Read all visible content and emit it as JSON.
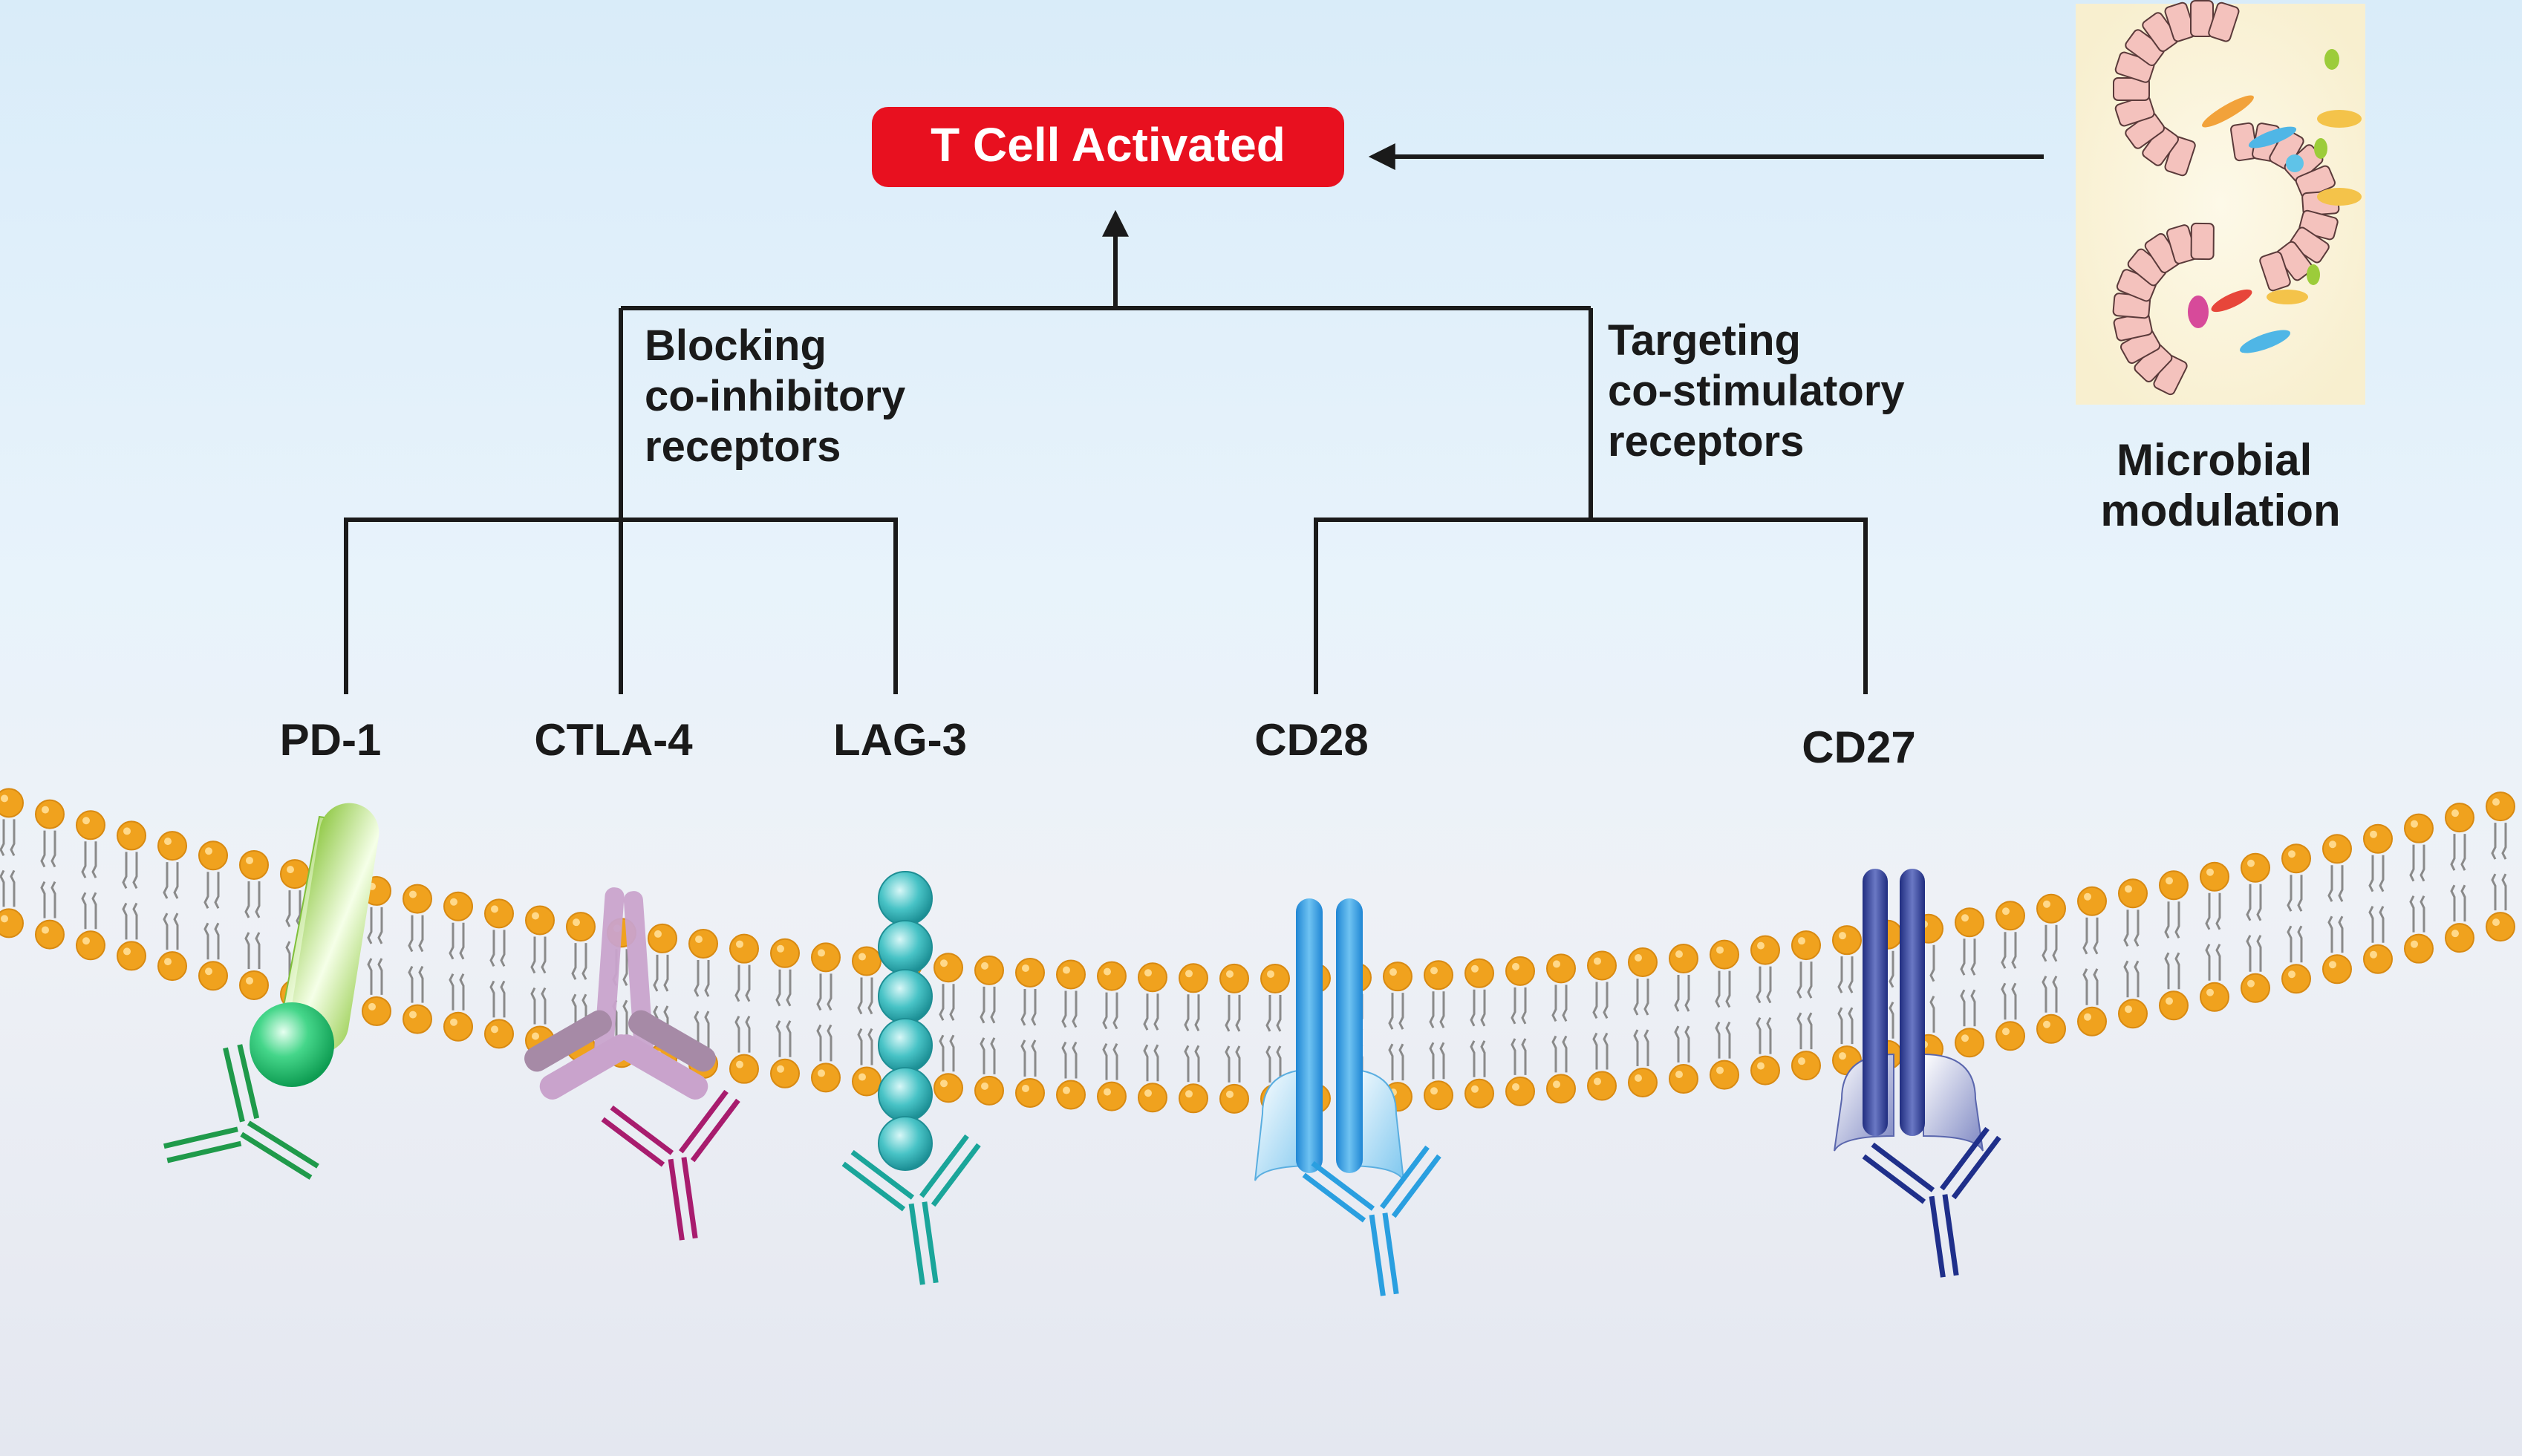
{
  "outcome": {
    "label": "T Cell Activated"
  },
  "branches": {
    "inhibitory": {
      "line1": "Blocking",
      "line2": "co-inhibitory",
      "line3": "receptors"
    },
    "stimulatory": {
      "line1": "Targeting",
      "line2": "co-stimulatory",
      "line3": "receptors"
    }
  },
  "microbial": {
    "line1": "Microbial",
    "line2": "modulation"
  },
  "receptors": [
    {
      "name": "PD-1",
      "color": "#7fc241"
    },
    {
      "name": "CTLA-4",
      "color": "#c9a0c8"
    },
    {
      "name": "LAG-3",
      "color": "#3fb8b8"
    },
    {
      "name": "CD28",
      "color": "#3a9ad9"
    },
    {
      "name": "CD27",
      "color": "#2e3b8c"
    }
  ],
  "antibody_colors": {
    "PD-1": "#1f9a4a",
    "CTLA-4": "#a81c6e",
    "LAG-3": "#1aa59a",
    "CD28": "#2a9fe0",
    "CD27": "#1f2f8a"
  },
  "colors": {
    "activated_box": "#e8101f",
    "lipid_head": "#f0a21e",
    "connector": "#1a1a1a"
  }
}
